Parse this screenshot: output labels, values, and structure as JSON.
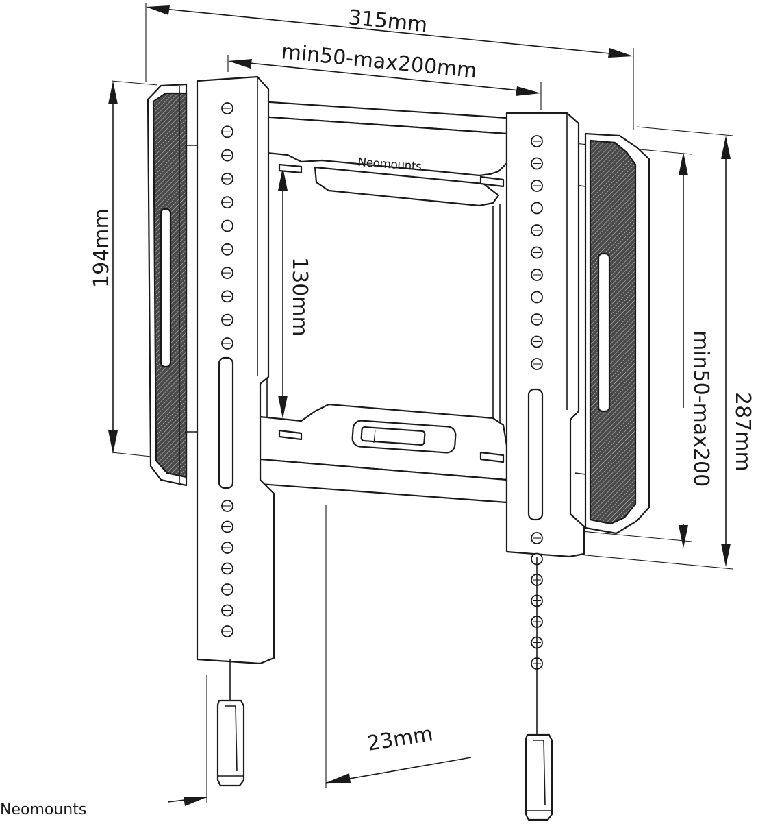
{
  "dimensions": {
    "overall_width": "315mm",
    "vesa_horizontal": "min50-max200mm",
    "bracket_height": "194mm",
    "inner_height": "130mm",
    "overall_height": "287mm",
    "vesa_vertical": "min50-max200",
    "wall_distance": "23mm"
  },
  "branding": {
    "product_logo": "Neomounts",
    "footer_logo": "Neomounts"
  },
  "colors": {
    "line": "#1a1a1a",
    "background": "#ffffff",
    "pad_fill": "#3a3a3a"
  }
}
